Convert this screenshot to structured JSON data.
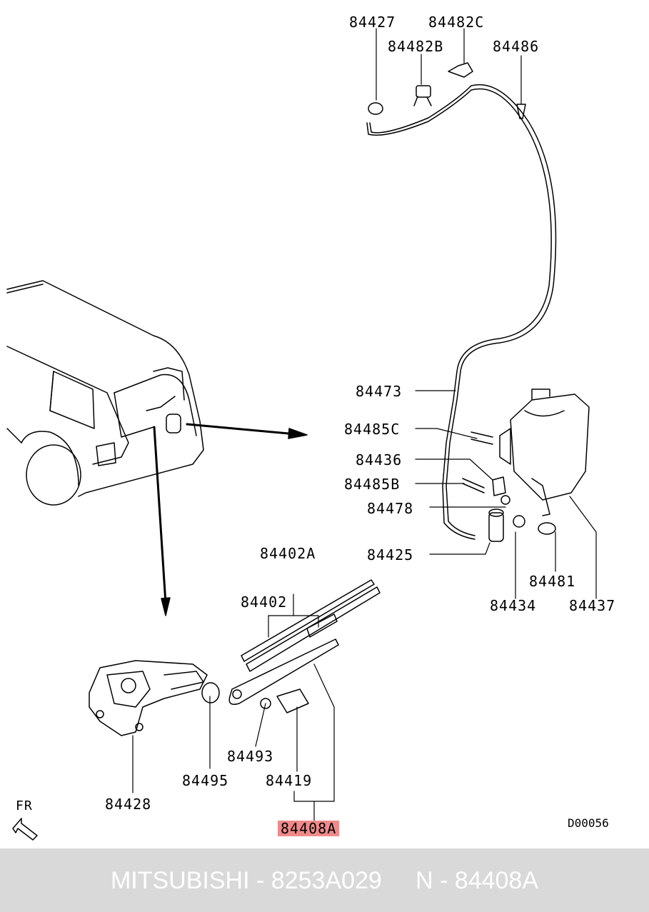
{
  "diagram": {
    "labels": {
      "p84427": "84427",
      "p84482C": "84482C",
      "p84482B": "84482B",
      "p84486": "84486",
      "p84473": "84473",
      "p84485C": "84485C",
      "p84436": "84436",
      "p84485B": "84485B",
      "p84478": "84478",
      "p84425": "84425",
      "p84481": "84481",
      "p84434": "84434",
      "p84437": "84437",
      "p84402A": "84402A",
      "p84402": "84402",
      "p84493": "84493",
      "p84495": "84495",
      "p84419": "84419",
      "p84428": "84428",
      "p84408A": "84408A"
    },
    "highlight_color": "#f08a8a",
    "direction_label": "FR",
    "drawing_code": "D00056"
  },
  "footer": {
    "text": "MITSUBISHI - 8253A029     N - 84408A",
    "background": "#d9d9d9"
  }
}
